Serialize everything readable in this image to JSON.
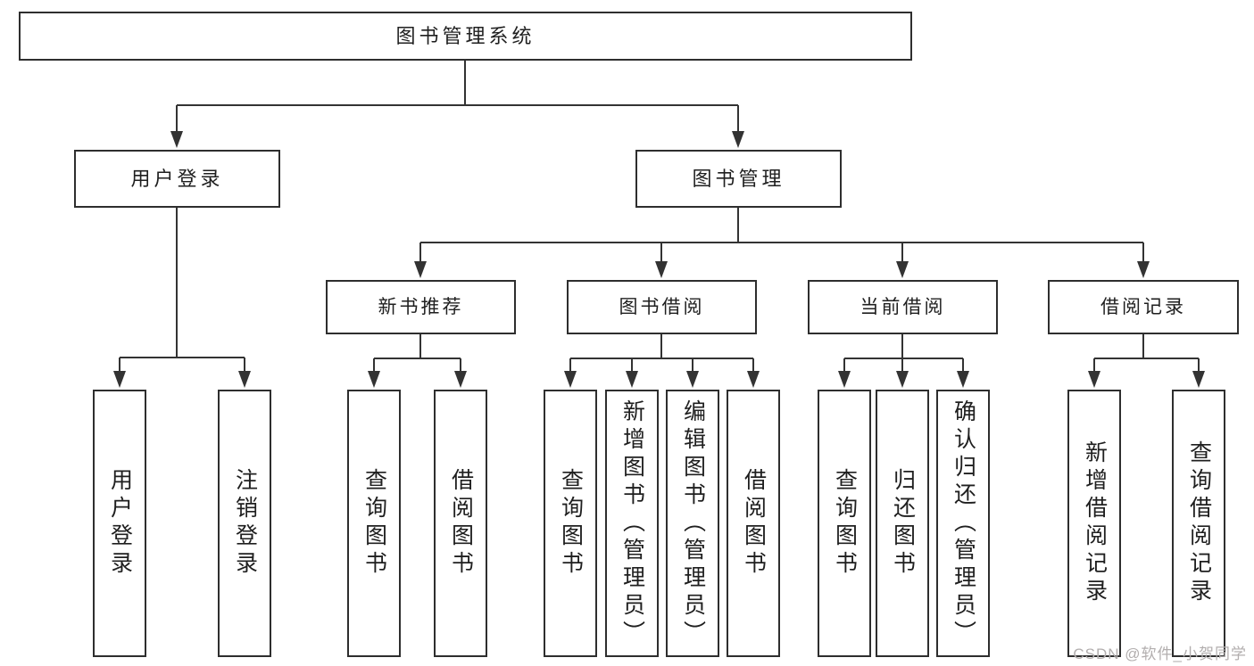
{
  "diagram": {
    "root": {
      "label": "图书管理系统"
    },
    "branches": [
      {
        "label": "用户登录",
        "children": [
          {
            "label": "用户登录"
          },
          {
            "label": "注销登录"
          }
        ]
      },
      {
        "label": "图书管理",
        "children": [
          {
            "label": "新书推荐",
            "children": [
              {
                "label": "查询图书"
              },
              {
                "label": "借阅图书"
              }
            ]
          },
          {
            "label": "图书借阅",
            "children": [
              {
                "label": "查询图书"
              },
              {
                "label": "新增图书（管理员）"
              },
              {
                "label": "编辑图书（管理员）"
              },
              {
                "label": "借阅图书"
              }
            ]
          },
          {
            "label": "当前借阅",
            "children": [
              {
                "label": "查询图书"
              },
              {
                "label": "归还图书"
              },
              {
                "label": "确认归还（管理员）"
              }
            ]
          },
          {
            "label": "借阅记录",
            "children": [
              {
                "label": "新增借阅记录"
              },
              {
                "label": "查询借阅记录"
              }
            ]
          }
        ]
      }
    ]
  },
  "watermark": {
    "text": "CSDN @软件_小贺同学"
  },
  "colors": {
    "line": "#333333",
    "border": "#2e2e2e",
    "text": "#1f1f1f",
    "watermark": "#b2aeae",
    "background": "#ffffff"
  }
}
